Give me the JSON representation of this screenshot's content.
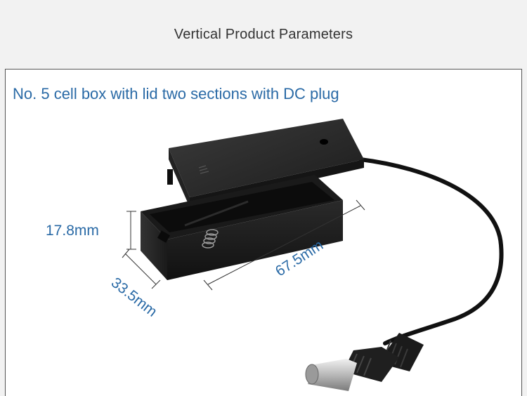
{
  "header": {
    "title": "Vertical Product Parameters"
  },
  "panel": {
    "title": "No. 5 cell box with lid two sections with DC plug"
  },
  "dimensions": {
    "height": "17.8mm",
    "width": "33.5mm",
    "length": "67.5mm"
  },
  "colors": {
    "accent": "#2a6aa6",
    "header_text": "#333333",
    "background": "#f2f2f2",
    "panel_border": "#555555"
  }
}
